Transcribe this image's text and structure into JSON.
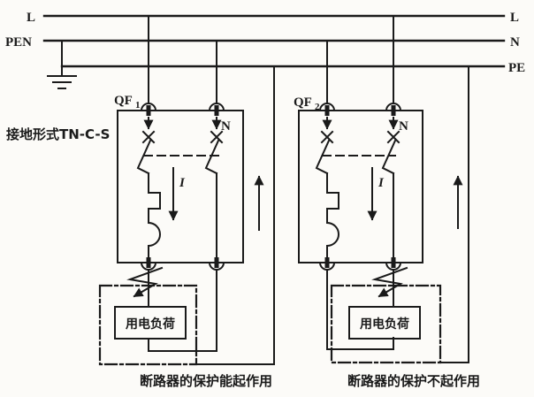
{
  "diagram": {
    "type": "electrical-schematic",
    "earthing_note": "接地形式TN-C-S",
    "buses": {
      "l_left": "L",
      "pen_left": "PEN",
      "l_right": "L",
      "n_right": "N",
      "pe_right": "PE"
    },
    "breakers": [
      {
        "name": "QF",
        "sub": "1",
        "neutral_pole_label": "N",
        "current_label": "I"
      },
      {
        "name": "QF",
        "sub": "2",
        "neutral_pole_label": "N",
        "current_label": "I"
      }
    ],
    "loads": [
      {
        "label": "用电负荷"
      },
      {
        "label": "用电负荷"
      }
    ],
    "captions": [
      {
        "text": "断路器的保护能起作用"
      },
      {
        "text": "断路器的保护不起作用"
      }
    ],
    "colors": {
      "ink": "#1a1a1a",
      "background": "#fcfbf8"
    }
  }
}
